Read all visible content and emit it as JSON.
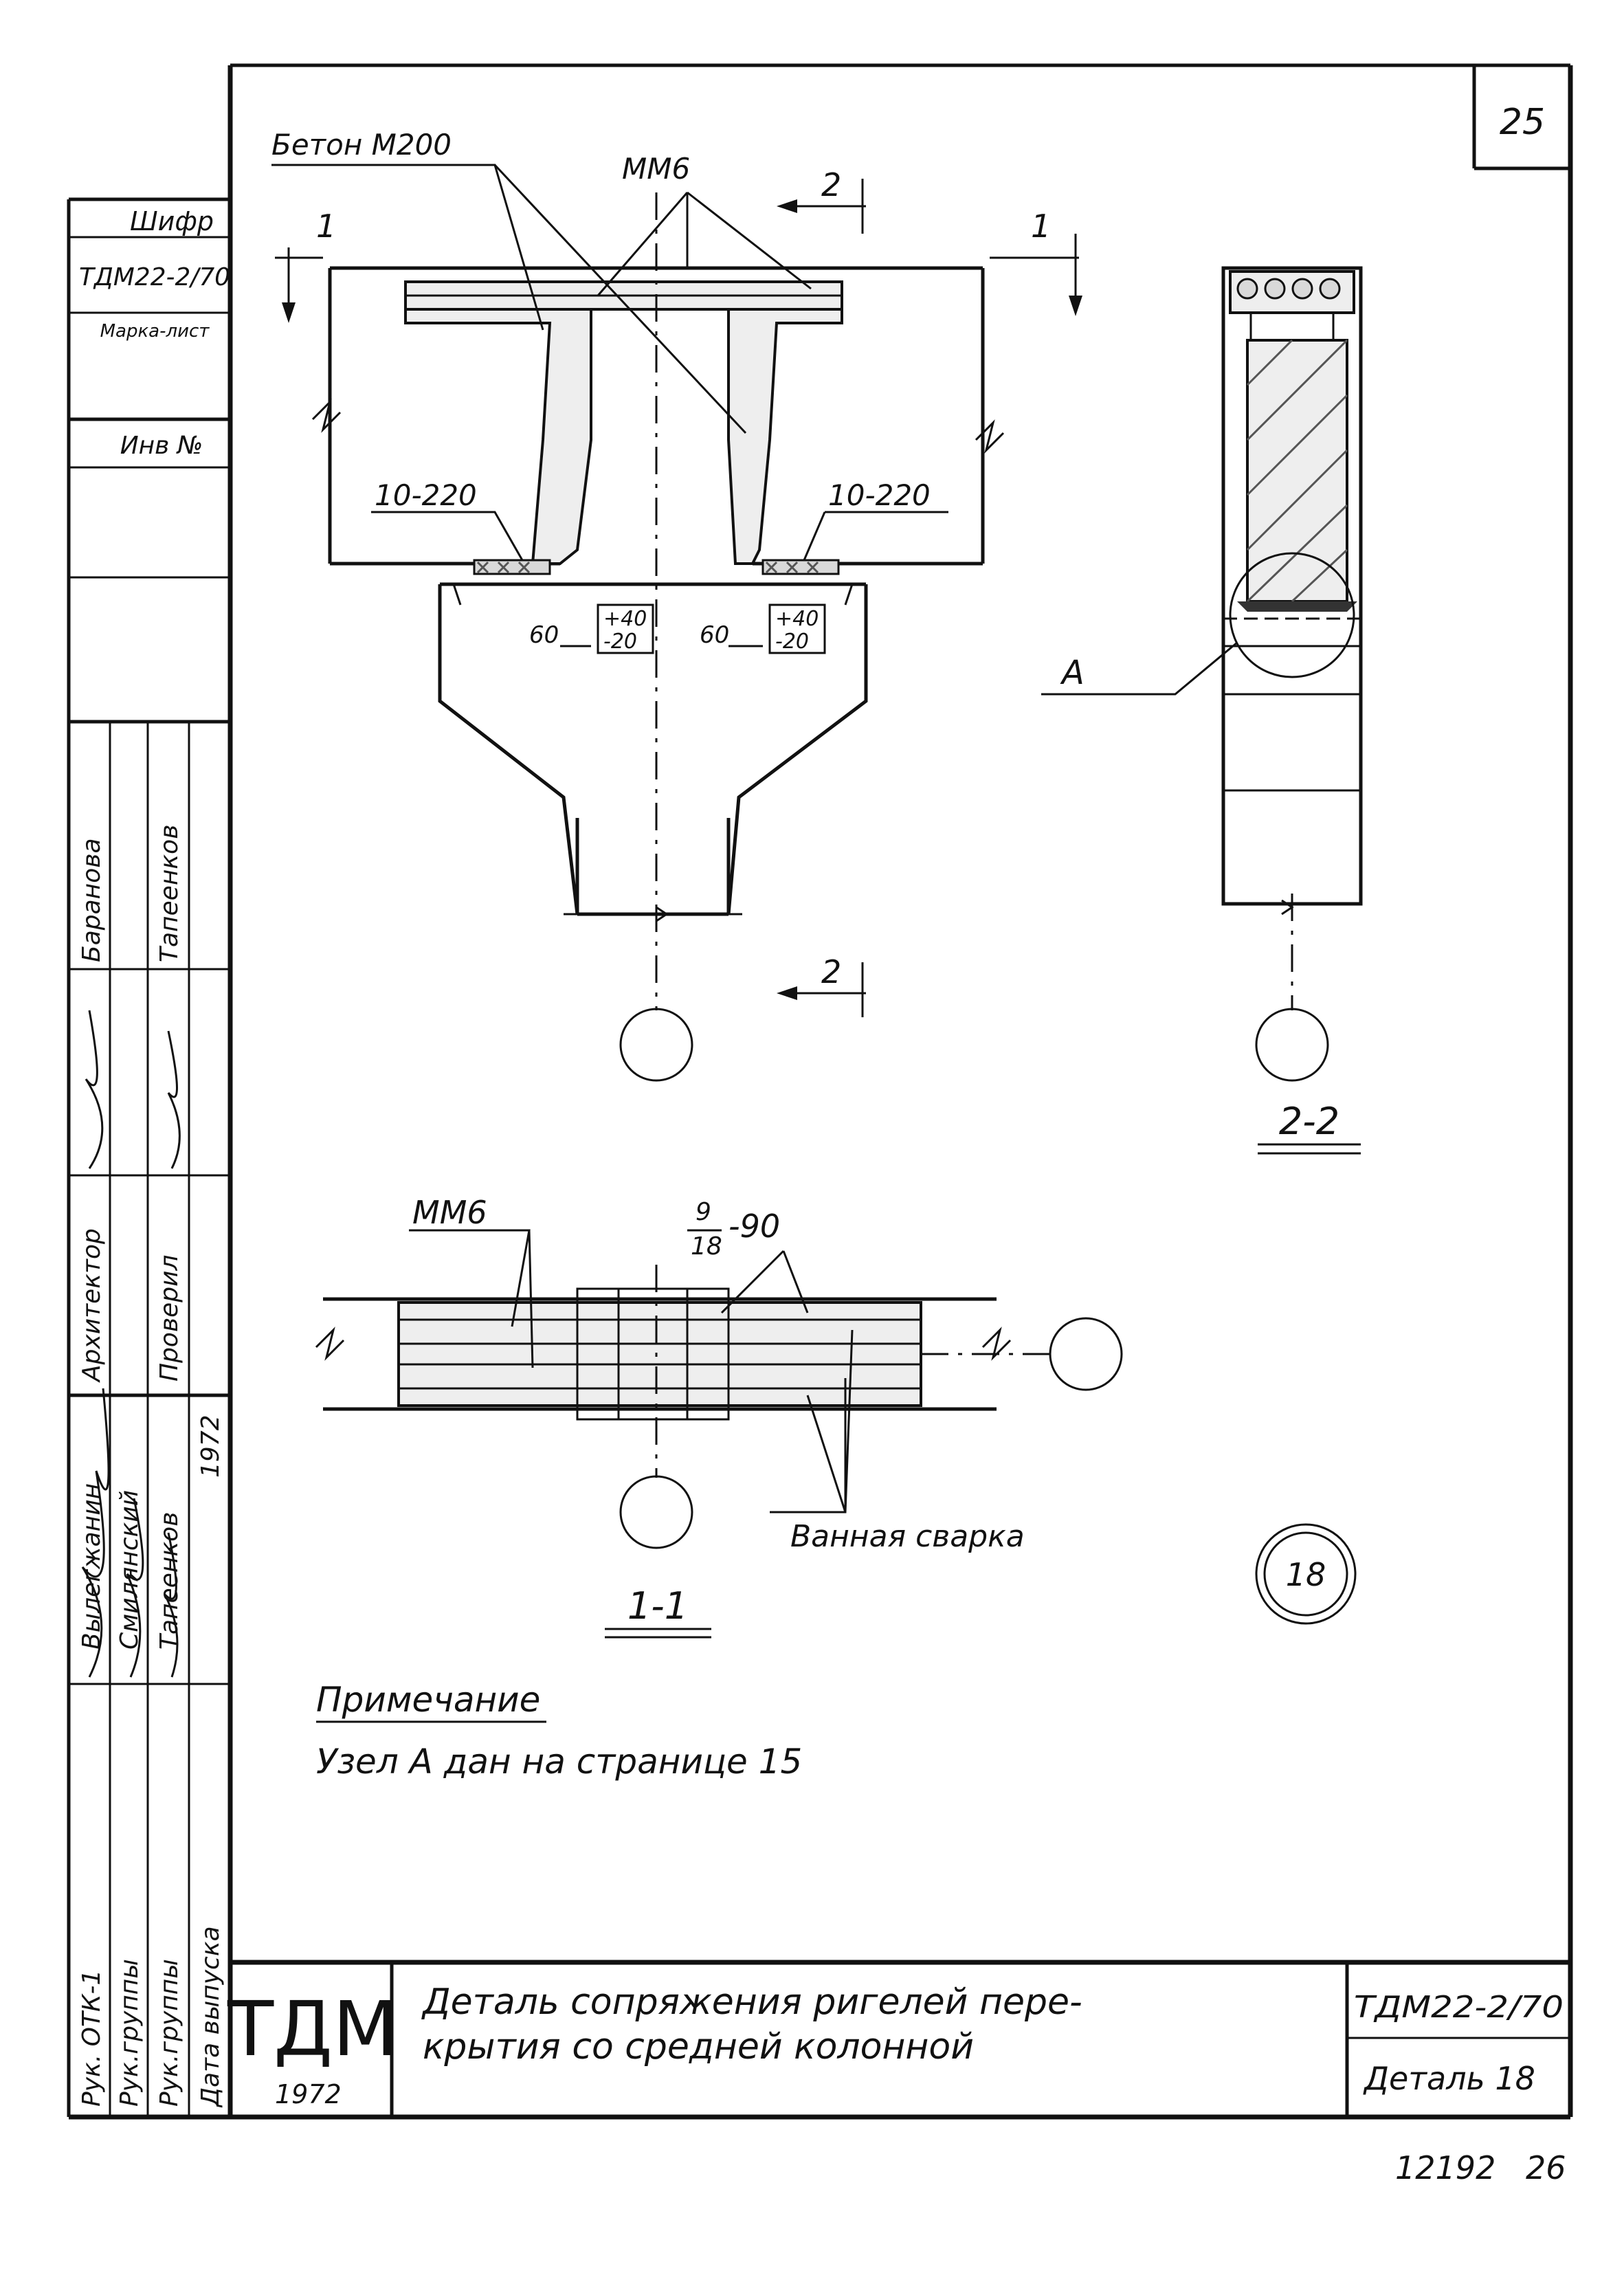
{
  "sheet": {
    "page_number": "25",
    "footer_number_left": "12192",
    "footer_number_right": "26"
  },
  "side_stamp": {
    "cipher_label": "Шифр",
    "cipher_value": "ТДМ22-2/70",
    "mark_sheet_label": "Марка-лист",
    "inventory_label": "Инв №",
    "roles": [
      "Рук. ОТК-1",
      "Рук.группы",
      "Рук.группы",
      "Дата выпуска"
    ],
    "people": [
      "Вылегжанин",
      "Смилянский",
      "Тапеенков",
      "1972"
    ],
    "roles2": [
      "Архитектор",
      "Проверил"
    ],
    "people2": [
      "Баранова",
      "Тапеенков"
    ]
  },
  "front_view": {
    "label_concrete": "Бетон М200",
    "label_mesh": "ММ6",
    "section_1": "1",
    "section_2": "2",
    "plate_left": "10-220",
    "plate_right": "10-220",
    "gap_left": "60",
    "gap_right": "60",
    "tol_left_top": "+40",
    "tol_left_bottom": "-20",
    "tol_right_top": "+40",
    "tol_right_bottom": "-20"
  },
  "section_2_2": {
    "title": "2-2",
    "callout": "А"
  },
  "section_1_1": {
    "title": "1-1",
    "label_mesh": "ММ6",
    "label_bar_top": "9",
    "label_bar_bottom": "18",
    "label_bar_len": "-90",
    "label_weld": "Ванная сварка"
  },
  "detail_number": "18",
  "note": {
    "title": "Примечание",
    "text": "Узел А дан на странице 15"
  },
  "title_block": {
    "org": "ТДМ",
    "year": "1972",
    "title_line1": "Деталь сопряжения ригелей пере-",
    "title_line2": "крытия со средней колонной",
    "code": "ТДМ22-2/70",
    "detail": "Деталь 18"
  }
}
